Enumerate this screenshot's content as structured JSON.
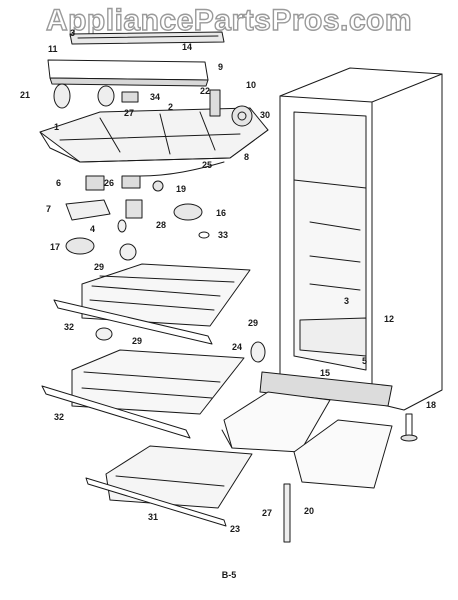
{
  "watermark": "AppliancePartsPros.com",
  "page_label": "B-5",
  "callouts": [
    "3",
    "14",
    "11",
    "9",
    "10",
    "21",
    "34",
    "2",
    "27",
    "22",
    "30",
    "1",
    "8",
    "25",
    "6",
    "26",
    "19",
    "7",
    "28",
    "16",
    "4",
    "33",
    "17",
    "29",
    "32",
    "29",
    "24",
    "29",
    "3",
    "12",
    "5",
    "15",
    "32",
    "18",
    "31",
    "23",
    "27",
    "20"
  ]
}
